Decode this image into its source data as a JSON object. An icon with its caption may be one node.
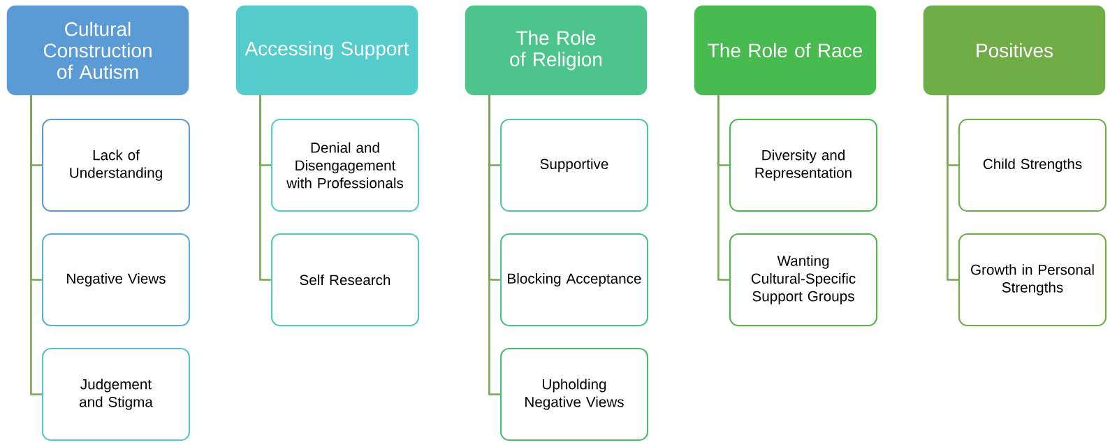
{
  "diagram": {
    "nodes": [
      {
        "text": [
          "Cultural Construction of Autism"
        ]
      },
      {
        "text": [
          "Lack of Understanding"
        ]
      },
      {
        "text": [
          "Negative Views"
        ]
      },
      {
        "text": [
          "Judgement and Stigma"
        ]
      },
      {
        "text": [
          "Accessing Support"
        ]
      },
      {
        "text": [
          "Denial and Disengagement with Professionals"
        ]
      },
      {
        "text": [
          "Self Research"
        ]
      },
      {
        "text": [
          "The Role of Religion"
        ]
      },
      {
        "text": [
          "Supportive"
        ]
      },
      {
        "text": [
          "Blocking Acceptance"
        ]
      },
      {
        "text": [
          "Upholding Negative Views"
        ]
      },
      {
        "text": [
          "The Role of Race"
        ]
      },
      {
        "text": [
          "Diversity and Representation"
        ]
      },
      {
        "text": [
          "Wanting Cultural-Specific Support Groups"
        ]
      },
      {
        "text": [
          "Positives"
        ]
      },
      {
        "text": [
          "Child Strengths"
        ]
      },
      {
        "text": [
          "Growth in Personal Strengths"
        ]
      }
    ],
    "edges": [
      {
        "from": 0,
        "to": 1,
        "arrow": "none"
      },
      {
        "from": 0,
        "to": 2,
        "arrow": "none"
      },
      {
        "from": 0,
        "to": 3,
        "arrow": "none"
      },
      {
        "from": 4,
        "to": 5,
        "arrow": "none"
      },
      {
        "from": 4,
        "to": 6,
        "arrow": "none"
      },
      {
        "from": 7,
        "to": 8,
        "arrow": "none"
      },
      {
        "from": 7,
        "to": 9,
        "arrow": "none"
      },
      {
        "from": 7,
        "to": 10,
        "arrow": "none"
      },
      {
        "from": 11,
        "to": 12,
        "arrow": "none"
      },
      {
        "from": 11,
        "to": 13,
        "arrow": "none"
      },
      {
        "from": 14,
        "to": 15,
        "arrow": "none"
      },
      {
        "from": 14,
        "to": 16,
        "arrow": "none"
      }
    ]
  }
}
